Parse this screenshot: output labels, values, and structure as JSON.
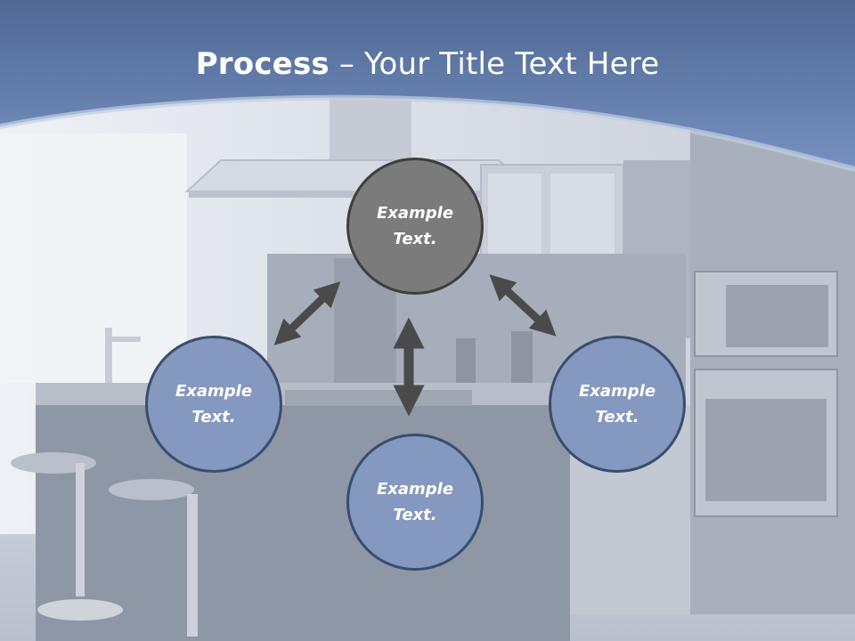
{
  "title": {
    "bold": "Process",
    "rest": " – Your Title Text Here"
  },
  "nodes": [
    {
      "id": "top",
      "label": "Example Text."
    },
    {
      "id": "left",
      "label": "Example Text."
    },
    {
      "id": "right",
      "label": "Example Text."
    },
    {
      "id": "bottom",
      "label": "Example Text."
    }
  ],
  "colors": {
    "header_blue": "#6a86b6",
    "top_node": "#7b7b7b",
    "side_node": "#8598bf",
    "node_border": "#394e6d",
    "arrow": "#4a4a4a"
  },
  "icons": {
    "arrows": "double-headed-arrow-icon"
  }
}
